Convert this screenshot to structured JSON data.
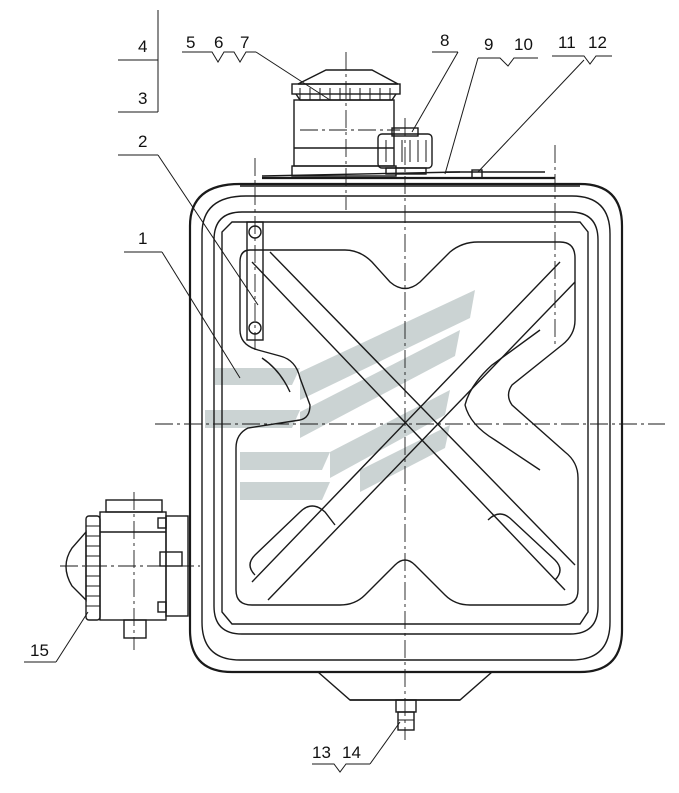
{
  "callouts": {
    "c1": "1",
    "c2": "2",
    "c3": "3",
    "c4": "4",
    "c5": "5",
    "c6": "6",
    "c7": "7",
    "c8": "8",
    "c9": "9",
    "c10": "10",
    "c11": "11",
    "c12": "12",
    "c13": "13",
    "c14": "14",
    "c15": "15"
  },
  "colors": {
    "line": "#1a1a1a",
    "watermark": "#b9c4c4",
    "background": "#ffffff"
  }
}
